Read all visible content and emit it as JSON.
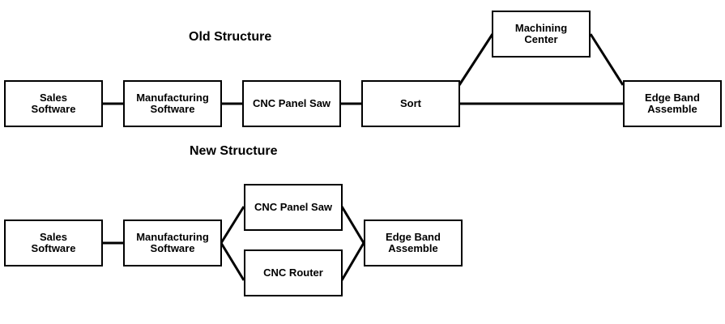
{
  "old_structure": {
    "title": "Old Structure",
    "nodes": {
      "sales": [
        "Sales",
        "Software"
      ],
      "manufacturing": [
        "Manufacturing",
        "Software"
      ],
      "panel_saw": [
        "CNC Panel Saw"
      ],
      "sort": [
        "Sort"
      ],
      "machining": [
        "Machining",
        "Center"
      ],
      "edge_band": [
        "Edge Band",
        "Assemble"
      ]
    }
  },
  "new_structure": {
    "title": "New Structure",
    "nodes": {
      "sales": [
        "Sales",
        "Software"
      ],
      "manufacturing": [
        "Manufacturing",
        "Software"
      ],
      "panel_saw": [
        "CNC Panel Saw"
      ],
      "router": [
        "CNC Router"
      ],
      "edge_band": [
        "Edge Band",
        "Assemble"
      ]
    }
  }
}
